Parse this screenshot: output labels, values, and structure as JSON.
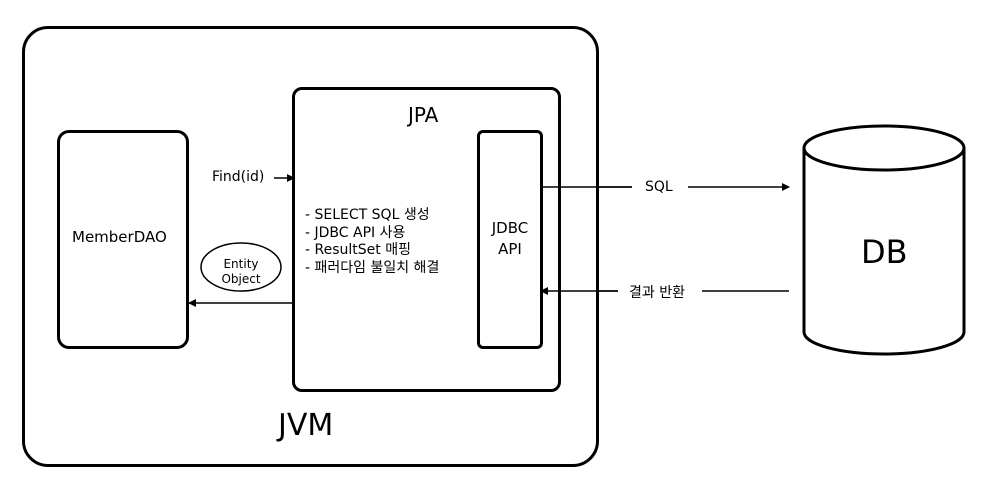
{
  "containers": {
    "jvm_label": "JVM",
    "jpa_label": "JPA",
    "member_dao_label": "MemberDAO",
    "jdbc_api_line1": "JDBC",
    "jdbc_api_line2": "API",
    "db_label": "DB"
  },
  "arrows": {
    "find_label": "Find(id)",
    "sql_label": "SQL",
    "result_label": "결과 반환"
  },
  "entity_object": {
    "line1": "Entity",
    "line2": "Object"
  },
  "jpa_features": [
    "- SELECT SQL 생성",
    "- JDBC API 사용",
    "-  ResultSet 매핑",
    "- 패러다임 불일치 해결"
  ]
}
